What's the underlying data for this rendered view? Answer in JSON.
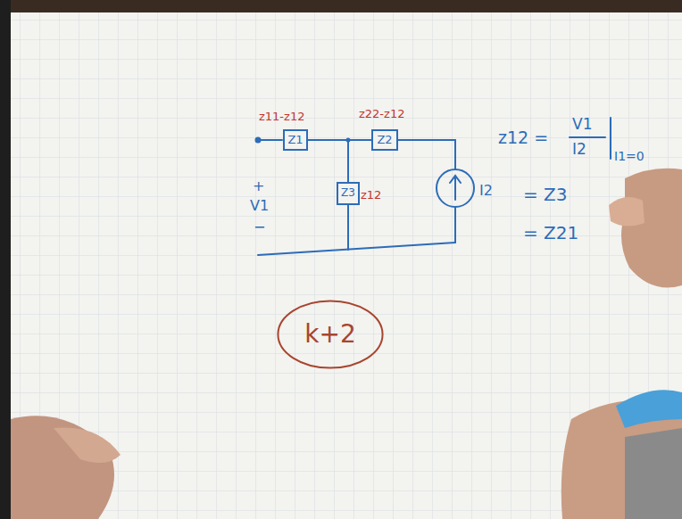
{
  "diagram": {
    "nodes": [
      {
        "text": [
          "Z1"
        ]
      },
      {
        "text": [
          "Z2"
        ]
      },
      {
        "text": [
          "Z3"
        ]
      },
      {
        "text": [
          "k+2"
        ]
      }
    ],
    "edges": [
      {
        "from": 0,
        "to": 1,
        "arrow": "none"
      },
      {
        "from": 0,
        "to": 2,
        "arrow": "none"
      }
    ],
    "labels": [
      "z11-z12",
      "z22-z12",
      "z12",
      "+",
      "V1",
      "−",
      "I2",
      "z12 =",
      "V1",
      "I2",
      "I1=0",
      "= Z3",
      "= Z21"
    ]
  }
}
